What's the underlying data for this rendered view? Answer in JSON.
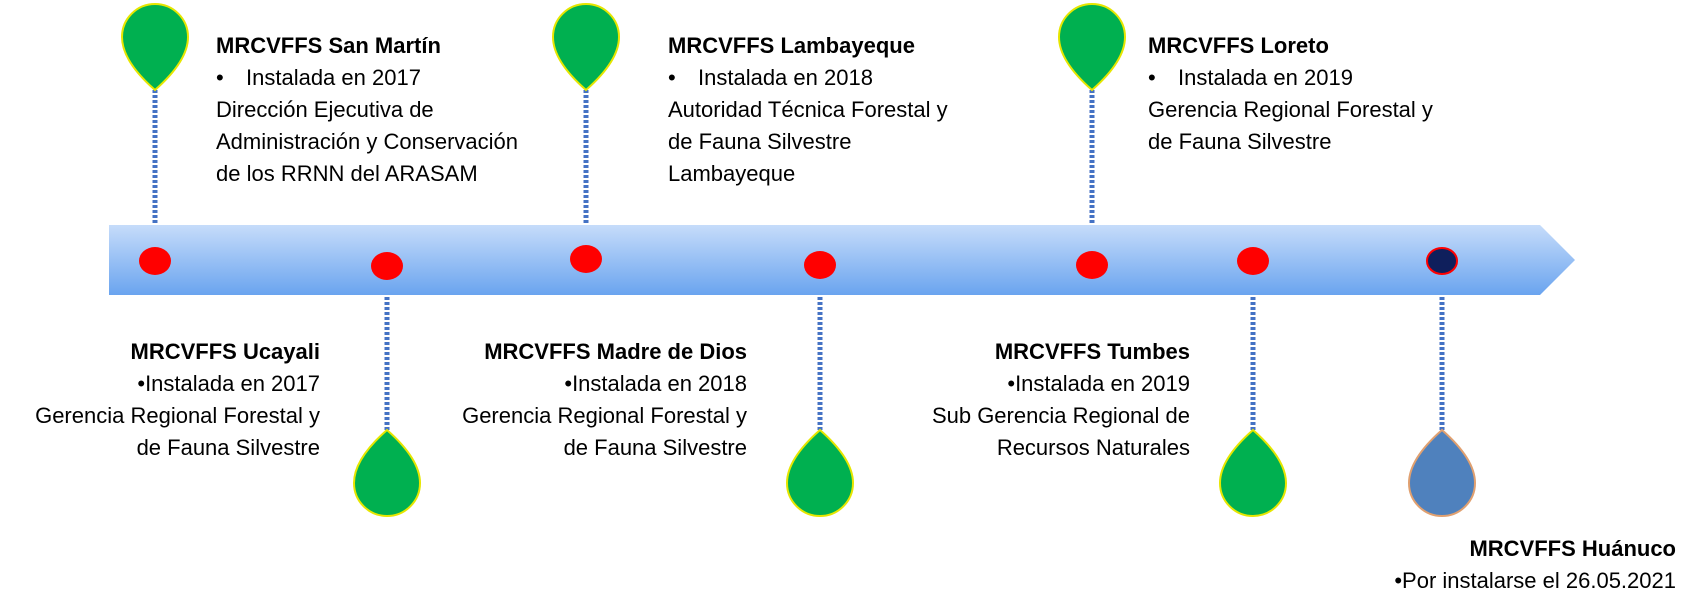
{
  "milestones": [
    {
      "title": "MRCVFFS San Martín",
      "bullet": "Instalada en 2017",
      "desc_lines": [
        "Dirección Ejecutiva de",
        "Administración y Conservación",
        "de los RRNN del ARASAM"
      ],
      "status_color": "#00b050"
    },
    {
      "title": "MRCVFFS Ucayali",
      "bullet": "Instalada en 2017",
      "desc_lines": [
        "Gerencia Regional Forestal y",
        "de Fauna Silvestre"
      ],
      "status_color": "#00b050"
    },
    {
      "title": "MRCVFFS Lambayeque",
      "bullet": "Instalada en 2018",
      "desc_lines": [
        "Autoridad Técnica Forestal y",
        "de Fauna Silvestre",
        "Lambayeque"
      ],
      "status_color": "#00b050"
    },
    {
      "title": "MRCVFFS Madre de Dios",
      "bullet": "Instalada en 2018",
      "desc_lines": [
        "Gerencia Regional Forestal y",
        "de Fauna Silvestre"
      ],
      "status_color": "#00b050"
    },
    {
      "title": "MRCVFFS Loreto",
      "bullet": "Instalada en 2019",
      "desc_lines": [
        "Gerencia Regional Forestal y",
        "de Fauna Silvestre"
      ],
      "status_color": "#00b050"
    },
    {
      "title": "MRCVFFS Tumbes",
      "bullet": "Instalada en 2019",
      "desc_lines": [
        "Sub Gerencia Regional de",
        "Recursos Naturales"
      ],
      "status_color": "#00b050"
    },
    {
      "title": "MRCVFFS Huánuco",
      "bullet": "Por instalarse el 26.05.2021",
      "desc_lines": [],
      "status_color": "#4f81bd"
    }
  ],
  "bullet_symbol": "•",
  "colors": {
    "arrow_top": "#c6dcfa",
    "arrow_bottom": "#6aa4ef",
    "marker": "#ff0000",
    "marker_pending": "#0f1f5c",
    "connector": "#4472c4",
    "pin_installed": "#00b050",
    "pin_installed_stroke": "#e6e600",
    "pin_pending": "#4f81bd",
    "pin_pending_stroke": "#e0a070"
  }
}
